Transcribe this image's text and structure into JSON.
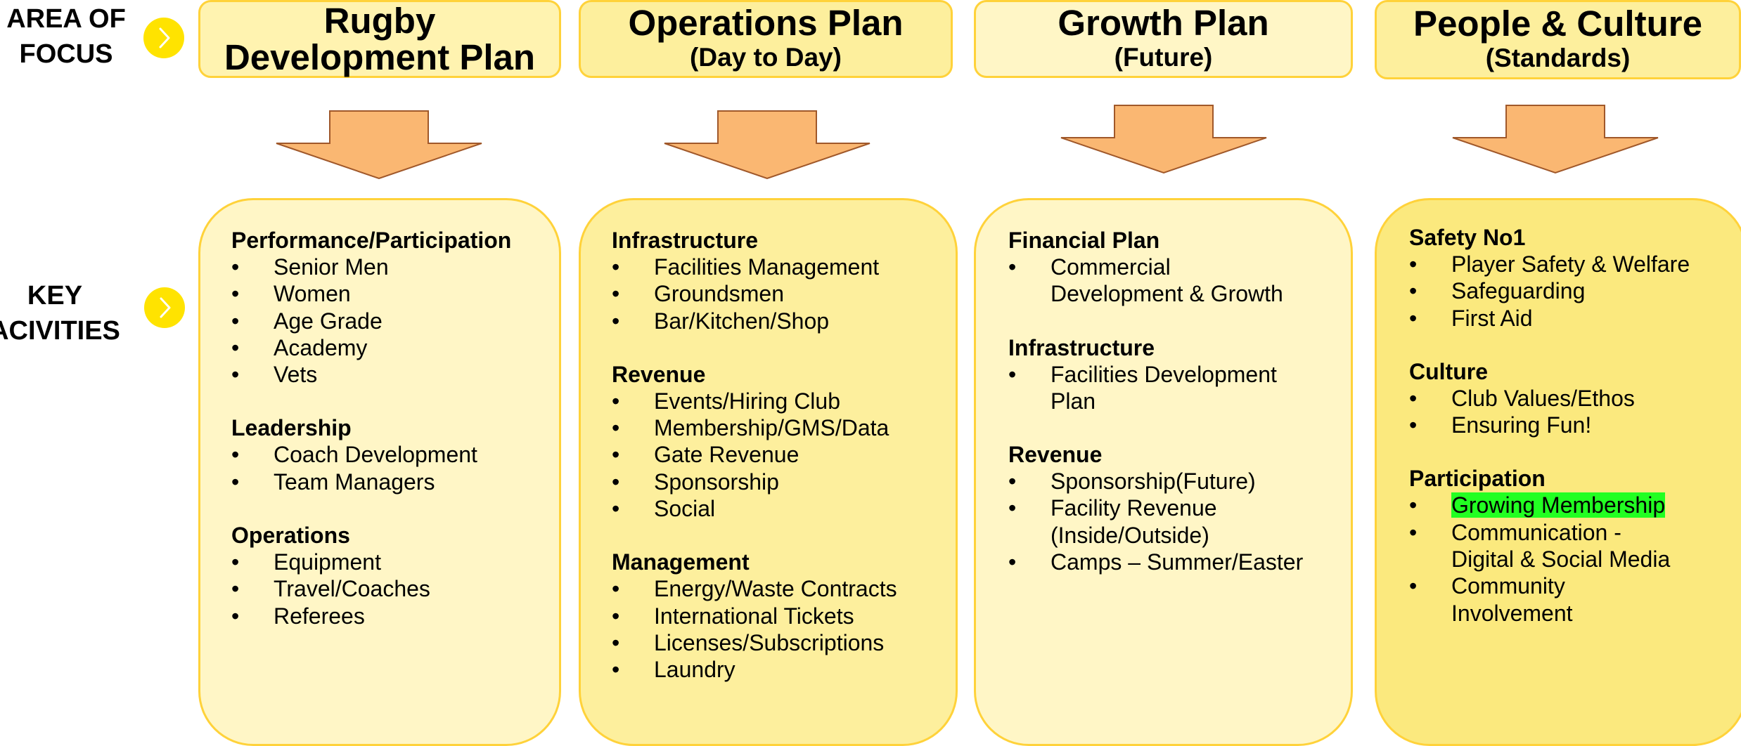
{
  "labels": {
    "area_of_focus": [
      "AREA OF",
      "FOCUS"
    ],
    "key_activities": [
      "KEY",
      "ACIVITIES"
    ]
  },
  "colors": {
    "accent_yellow": "#ffe300",
    "box_border": "#ffd23a",
    "arrow_fill": "#fab772",
    "arrow_stroke": "#a0582a",
    "highlight": "#22ff22"
  },
  "icons": {
    "side_marker": "chevron-right-circle",
    "flow_arrow": "down-arrow"
  },
  "columns": [
    {
      "title_line1": "Rugby",
      "title_line2": "Development Plan",
      "sections": [
        {
          "title": "Performance/Participation",
          "items": [
            "Senior Men",
            "Women",
            "Age Grade",
            "Academy",
            "Vets"
          ]
        },
        {
          "title": "Leadership",
          "items": [
            "Coach Development",
            "Team Managers"
          ]
        },
        {
          "title": "Operations",
          "items": [
            "Equipment",
            "Travel/Coaches",
            "Referees"
          ]
        }
      ]
    },
    {
      "title_line1": "Operations Plan",
      "title_line2": "(Day to Day)",
      "sections": [
        {
          "title": "Infrastructure",
          "items": [
            "Facilities Management",
            "Groundsmen",
            "Bar/Kitchen/Shop"
          ]
        },
        {
          "title": "Revenue",
          "items": [
            "Events/Hiring Club",
            "Membership/GMS/Data",
            "Gate Revenue",
            "Sponsorship",
            "Social"
          ]
        },
        {
          "title": "Management",
          "items": [
            "Energy/Waste Contracts",
            "International Tickets",
            "Licenses/Subscriptions",
            "Laundry"
          ]
        }
      ]
    },
    {
      "title_line1": "Growth Plan",
      "title_line2": "(Future)",
      "sections": [
        {
          "title": "Financial Plan",
          "items": [
            [
              "Commercial",
              "Development & Growth"
            ]
          ]
        },
        {
          "title": "Infrastructure",
          "items": [
            [
              "Facilities Development",
              "Plan"
            ]
          ]
        },
        {
          "title": "Revenue",
          "items": [
            "Sponsorship(Future)",
            [
              "Facility Revenue",
              "(Inside/Outside)"
            ],
            "Camps – Summer/Easter"
          ]
        }
      ]
    },
    {
      "title_line1": "People & Culture",
      "title_line2": "(Standards)",
      "sections": [
        {
          "title": "Safety No1",
          "items": [
            "Player Safety & Welfare",
            "Safeguarding",
            "First Aid"
          ]
        },
        {
          "title": "Culture",
          "items": [
            "Club Values/Ethos",
            "Ensuring Fun!"
          ]
        },
        {
          "title": "Participation",
          "items": [
            "Growing Membership",
            [
              "Communication -",
              "Digital & Social Media"
            ],
            [
              "Community",
              "Involvement"
            ]
          ],
          "highlighted_item": "Growing Membership"
        }
      ]
    }
  ]
}
